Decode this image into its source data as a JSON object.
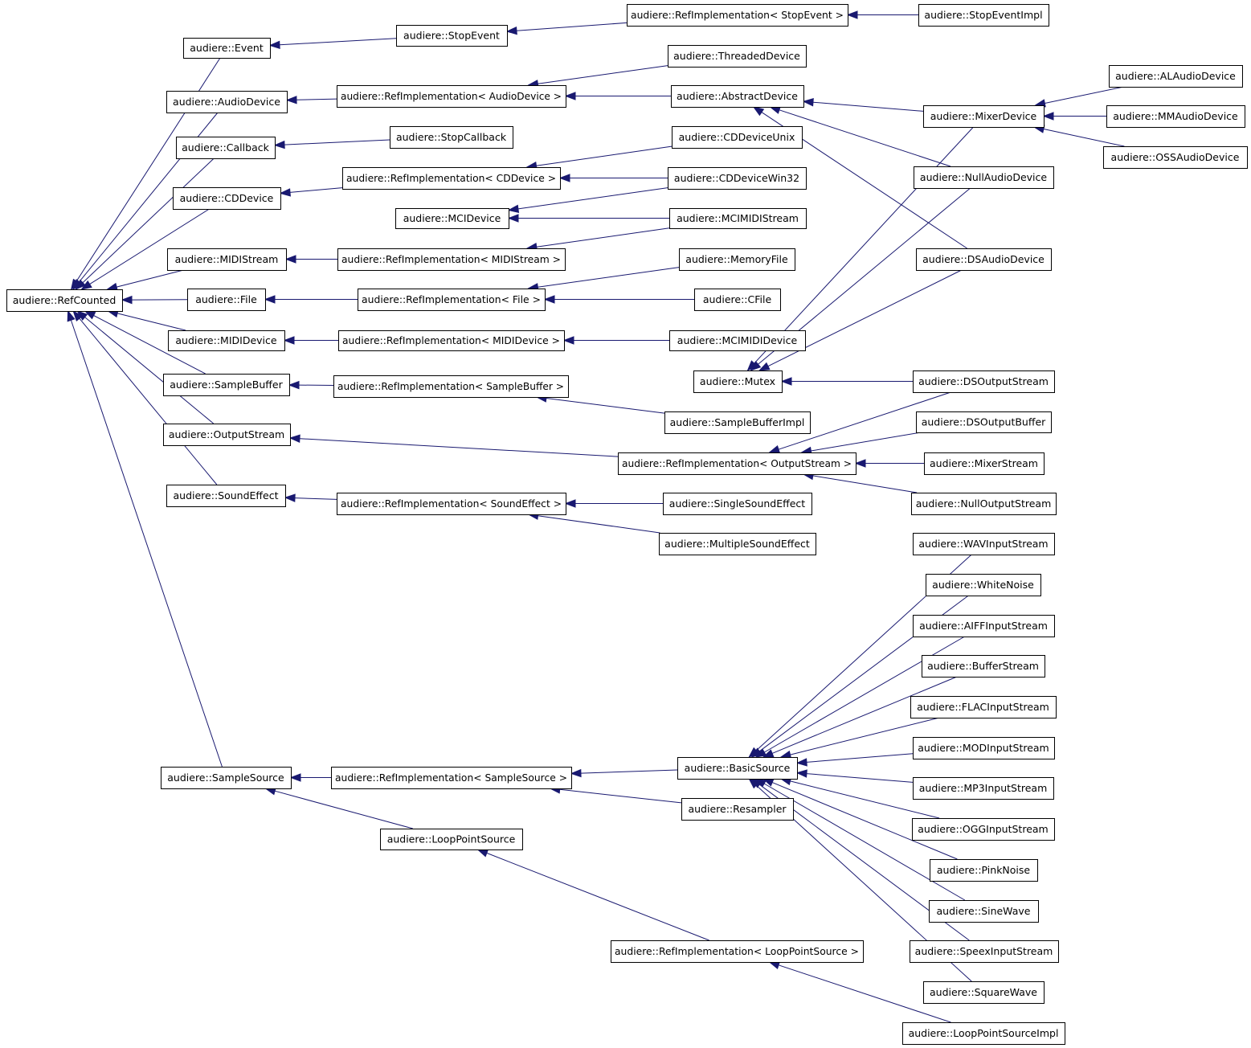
{
  "diagram": {
    "type": "class inheritance graph",
    "edge_color": "#191970",
    "node_border_color": "#000000",
    "nodes": [
      {
        "id": "refcounted",
        "label": "audiere::RefCounted"
      },
      {
        "id": "event",
        "label": "audiere::Event"
      },
      {
        "id": "audiodevice",
        "label": "audiere::AudioDevice"
      },
      {
        "id": "callback",
        "label": "audiere::Callback"
      },
      {
        "id": "cddevice",
        "label": "audiere::CDDevice"
      },
      {
        "id": "midistream",
        "label": "audiere::MIDIStream"
      },
      {
        "id": "file",
        "label": "audiere::File"
      },
      {
        "id": "mididevice",
        "label": "audiere::MIDIDevice"
      },
      {
        "id": "samplebuffer",
        "label": "audiere::SampleBuffer"
      },
      {
        "id": "outputstream",
        "label": "audiere::OutputStream"
      },
      {
        "id": "soundeffect",
        "label": "audiere::SoundEffect"
      },
      {
        "id": "samplesource",
        "label": "audiere::SampleSource"
      },
      {
        "id": "stopevent",
        "label": "audiere::StopEvent"
      },
      {
        "id": "ri_stopevent",
        "label": "audiere::RefImplementation< StopEvent >"
      },
      {
        "id": "stopeventimpl",
        "label": "audiere::StopEventImpl"
      },
      {
        "id": "ri_audiodevice",
        "label": "audiere::RefImplementation< AudioDevice >"
      },
      {
        "id": "stopcallback",
        "label": "audiere::StopCallback"
      },
      {
        "id": "ri_cddevice",
        "label": "audiere::RefImplementation< CDDevice >"
      },
      {
        "id": "mcidevice",
        "label": "audiere::MCIDevice"
      },
      {
        "id": "ri_midistream",
        "label": "audiere::RefImplementation< MIDIStream >"
      },
      {
        "id": "ri_file",
        "label": "audiere::RefImplementation< File >"
      },
      {
        "id": "ri_mididevice",
        "label": "audiere::RefImplementation< MIDIDevice >"
      },
      {
        "id": "ri_samplebuffer",
        "label": "audiere::RefImplementation< SampleBuffer >"
      },
      {
        "id": "ri_soundeffect",
        "label": "audiere::RefImplementation< SoundEffect >"
      },
      {
        "id": "ri_samplesource",
        "label": "audiere::RefImplementation< SampleSource >"
      },
      {
        "id": "looppointsource",
        "label": "audiere::LoopPointSource"
      },
      {
        "id": "threadeddevice",
        "label": "audiere::ThreadedDevice"
      },
      {
        "id": "abstractdevice",
        "label": "audiere::AbstractDevice"
      },
      {
        "id": "cddeviceunix",
        "label": "audiere::CDDeviceUnix"
      },
      {
        "id": "cddevicewin32",
        "label": "audiere::CDDeviceWin32"
      },
      {
        "id": "mcimidistream",
        "label": "audiere::MCIMIDIStream"
      },
      {
        "id": "memoryfile",
        "label": "audiere::MemoryFile"
      },
      {
        "id": "cfile",
        "label": "audiere::CFile"
      },
      {
        "id": "mcimididevice",
        "label": "audiere::MCIMIDIDevice"
      },
      {
        "id": "mutex",
        "label": "audiere::Mutex"
      },
      {
        "id": "samplebufferimpl",
        "label": "audiere::SampleBufferImpl"
      },
      {
        "id": "ri_outputstream",
        "label": "audiere::RefImplementation< OutputStream >"
      },
      {
        "id": "singlesoundeffect",
        "label": "audiere::SingleSoundEffect"
      },
      {
        "id": "multiplesoundeffect",
        "label": "audiere::MultipleSoundEffect"
      },
      {
        "id": "basicsource",
        "label": "audiere::BasicSource"
      },
      {
        "id": "resampler",
        "label": "audiere::Resampler"
      },
      {
        "id": "ri_looppointsource",
        "label": "audiere::RefImplementation< LoopPointSource >"
      },
      {
        "id": "mixerdevice",
        "label": "audiere::MixerDevice"
      },
      {
        "id": "nullaudiodevice",
        "label": "audiere::NullAudioDevice"
      },
      {
        "id": "dsaudiodevice",
        "label": "audiere::DSAudioDevice"
      },
      {
        "id": "alaudiodevice",
        "label": "audiere::ALAudioDevice"
      },
      {
        "id": "mmaudiodevice",
        "label": "audiere::MMAudioDevice"
      },
      {
        "id": "ossaudiodevice",
        "label": "audiere::OSSAudioDevice"
      },
      {
        "id": "dsoutputstream",
        "label": "audiere::DSOutputStream"
      },
      {
        "id": "dsoutputbuffer",
        "label": "audiere::DSOutputBuffer"
      },
      {
        "id": "mixerstream",
        "label": "audiere::MixerStream"
      },
      {
        "id": "nulloutputstream",
        "label": "audiere::NullOutputStream"
      },
      {
        "id": "wavinputstream",
        "label": "audiere::WAVInputStream"
      },
      {
        "id": "whitenoise",
        "label": "audiere::WhiteNoise"
      },
      {
        "id": "aiffinputstream",
        "label": "audiere::AIFFInputStream"
      },
      {
        "id": "bufferstream",
        "label": "audiere::BufferStream"
      },
      {
        "id": "flacinputstream",
        "label": "audiere::FLACInputStream"
      },
      {
        "id": "modinputstream",
        "label": "audiere::MODInputStream"
      },
      {
        "id": "mp3inputstream",
        "label": "audiere::MP3InputStream"
      },
      {
        "id": "ogginputstream",
        "label": "audiere::OGGInputStream"
      },
      {
        "id": "pinknoise",
        "label": "audiere::PinkNoise"
      },
      {
        "id": "sinewave",
        "label": "audiere::SineWave"
      },
      {
        "id": "speexinputstream",
        "label": "audiere::SpeexInputStream"
      },
      {
        "id": "squarewave",
        "label": "audiere::SquareWave"
      },
      {
        "id": "looppointsourceimpl",
        "label": "audiere::LoopPointSourceImpl"
      }
    ],
    "edges": [
      {
        "from": "event",
        "to": "refcounted"
      },
      {
        "from": "audiodevice",
        "to": "refcounted"
      },
      {
        "from": "callback",
        "to": "refcounted"
      },
      {
        "from": "cddevice",
        "to": "refcounted"
      },
      {
        "from": "midistream",
        "to": "refcounted"
      },
      {
        "from": "file",
        "to": "refcounted"
      },
      {
        "from": "mididevice",
        "to": "refcounted"
      },
      {
        "from": "samplebuffer",
        "to": "refcounted"
      },
      {
        "from": "outputstream",
        "to": "refcounted"
      },
      {
        "from": "soundeffect",
        "to": "refcounted"
      },
      {
        "from": "samplesource",
        "to": "refcounted"
      },
      {
        "from": "stopevent",
        "to": "event"
      },
      {
        "from": "ri_stopevent",
        "to": "stopevent"
      },
      {
        "from": "stopeventimpl",
        "to": "ri_stopevent"
      },
      {
        "from": "ri_audiodevice",
        "to": "audiodevice"
      },
      {
        "from": "threadeddevice",
        "to": "ri_audiodevice"
      },
      {
        "from": "abstractdevice",
        "to": "ri_audiodevice"
      },
      {
        "from": "stopcallback",
        "to": "callback"
      },
      {
        "from": "ri_cddevice",
        "to": "cddevice"
      },
      {
        "from": "cddeviceunix",
        "to": "ri_cddevice"
      },
      {
        "from": "cddevicewin32",
        "to": "ri_cddevice"
      },
      {
        "from": "cddevicewin32",
        "to": "mcidevice"
      },
      {
        "from": "mcimidistream",
        "to": "mcidevice"
      },
      {
        "from": "ri_midistream",
        "to": "midistream"
      },
      {
        "from": "mcimidistream",
        "to": "ri_midistream"
      },
      {
        "from": "ri_file",
        "to": "file"
      },
      {
        "from": "memoryfile",
        "to": "ri_file"
      },
      {
        "from": "cfile",
        "to": "ri_file"
      },
      {
        "from": "ri_mididevice",
        "to": "mididevice"
      },
      {
        "from": "mcimididevice",
        "to": "ri_mididevice"
      },
      {
        "from": "ri_samplebuffer",
        "to": "samplebuffer"
      },
      {
        "from": "samplebufferimpl",
        "to": "ri_samplebuffer"
      },
      {
        "from": "ri_outputstream",
        "to": "outputstream"
      },
      {
        "from": "dsoutputstream",
        "to": "ri_outputstream"
      },
      {
        "from": "dsoutputbuffer",
        "to": "ri_outputstream"
      },
      {
        "from": "mixerstream",
        "to": "ri_outputstream"
      },
      {
        "from": "nulloutputstream",
        "to": "ri_outputstream"
      },
      {
        "from": "ri_soundeffect",
        "to": "soundeffect"
      },
      {
        "from": "singlesoundeffect",
        "to": "ri_soundeffect"
      },
      {
        "from": "multiplesoundeffect",
        "to": "ri_soundeffect"
      },
      {
        "from": "ri_samplesource",
        "to": "samplesource"
      },
      {
        "from": "looppointsource",
        "to": "samplesource"
      },
      {
        "from": "basicsource",
        "to": "ri_samplesource"
      },
      {
        "from": "resampler",
        "to": "ri_samplesource"
      },
      {
        "from": "ri_looppointsource",
        "to": "looppointsource"
      },
      {
        "from": "looppointsourceimpl",
        "to": "ri_looppointsource"
      },
      {
        "from": "mixerdevice",
        "to": "abstractdevice"
      },
      {
        "from": "nullaudiodevice",
        "to": "abstractdevice"
      },
      {
        "from": "dsaudiodevice",
        "to": "abstractdevice"
      },
      {
        "from": "alaudiodevice",
        "to": "mixerdevice"
      },
      {
        "from": "mmaudiodevice",
        "to": "mixerdevice"
      },
      {
        "from": "ossaudiodevice",
        "to": "mixerdevice"
      },
      {
        "from": "mixerdevice",
        "to": "mutex"
      },
      {
        "from": "nullaudiodevice",
        "to": "mutex"
      },
      {
        "from": "dsaudiodevice",
        "to": "mutex"
      },
      {
        "from": "dsoutputstream",
        "to": "mutex"
      },
      {
        "from": "wavinputstream",
        "to": "basicsource"
      },
      {
        "from": "whitenoise",
        "to": "basicsource"
      },
      {
        "from": "aiffinputstream",
        "to": "basicsource"
      },
      {
        "from": "bufferstream",
        "to": "basicsource"
      },
      {
        "from": "flacinputstream",
        "to": "basicsource"
      },
      {
        "from": "modinputstream",
        "to": "basicsource"
      },
      {
        "from": "mp3inputstream",
        "to": "basicsource"
      },
      {
        "from": "ogginputstream",
        "to": "basicsource"
      },
      {
        "from": "pinknoise",
        "to": "basicsource"
      },
      {
        "from": "sinewave",
        "to": "basicsource"
      },
      {
        "from": "speexinputstream",
        "to": "basicsource"
      },
      {
        "from": "squarewave",
        "to": "basicsource"
      }
    ]
  }
}
